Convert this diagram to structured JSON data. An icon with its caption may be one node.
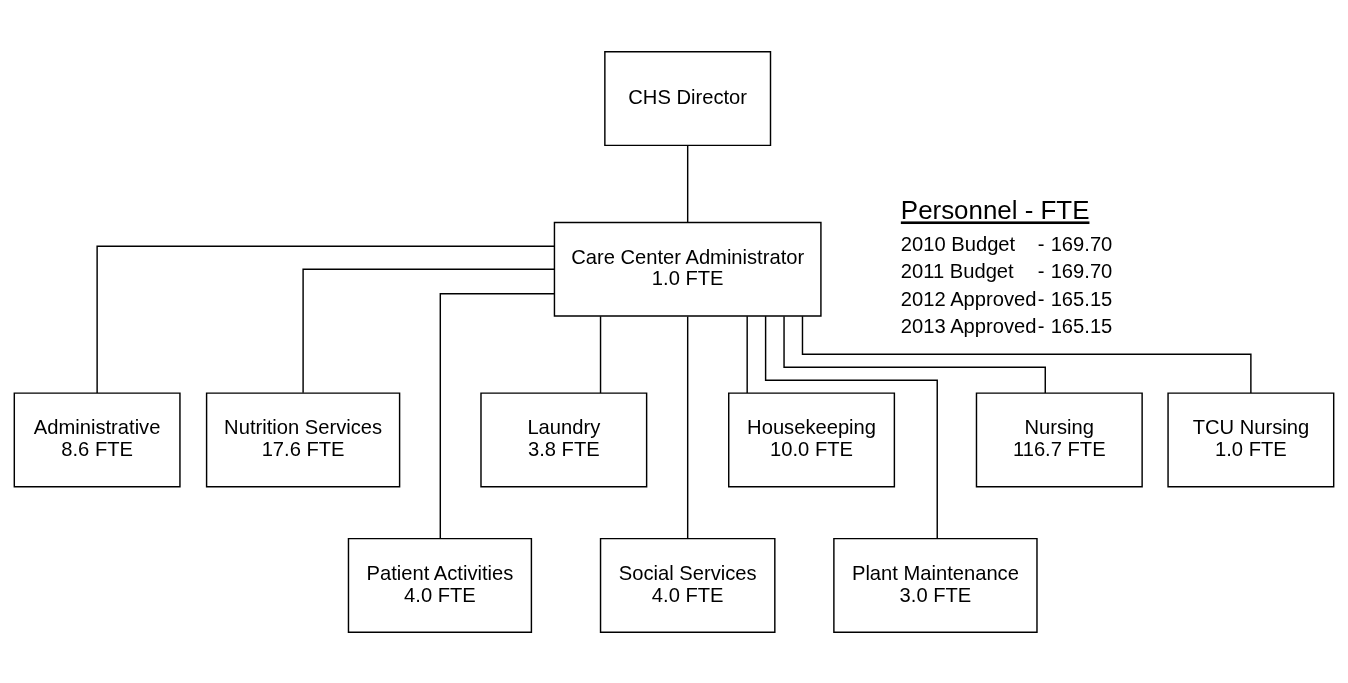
{
  "diagram": {
    "nodes": [
      {
        "text": [
          "CHS Director"
        ]
      },
      {
        "text": [
          "Care Center Administrator",
          "1.0 FTE"
        ]
      },
      {
        "text": [
          "Administrative",
          "8.6 FTE"
        ]
      },
      {
        "text": [
          "Nutrition Services",
          "17.6 FTE"
        ]
      },
      {
        "text": [
          "Laundry",
          "3.8 FTE"
        ]
      },
      {
        "text": [
          "Housekeeping",
          "10.0 FTE"
        ]
      },
      {
        "text": [
          "Nursing",
          "116.7 FTE"
        ]
      },
      {
        "text": [
          "TCU Nursing",
          "1.0 FTE"
        ]
      },
      {
        "text": [
          "Patient Activities",
          "4.0 FTE"
        ]
      },
      {
        "text": [
          "Social Services",
          "4.0 FTE"
        ]
      },
      {
        "text": [
          "Plant Maintenance",
          "3.0 FTE"
        ]
      }
    ],
    "edges": [
      {
        "from": 0,
        "to": 1,
        "arrow": "none"
      },
      {
        "from": 1,
        "to": 2,
        "arrow": "none"
      },
      {
        "from": 1,
        "to": 3,
        "arrow": "none"
      },
      {
        "from": 1,
        "to": 8,
        "arrow": "none"
      },
      {
        "from": 1,
        "to": 4,
        "arrow": "none"
      },
      {
        "from": 1,
        "to": 9,
        "arrow": "none"
      },
      {
        "from": 1,
        "to": 5,
        "arrow": "none"
      },
      {
        "from": 1,
        "to": 10,
        "arrow": "none"
      },
      {
        "from": 1,
        "to": 6,
        "arrow": "none"
      },
      {
        "from": 1,
        "to": 7,
        "arrow": "none"
      }
    ],
    "labels": [
      "Personnel - FTE",
      "2010 Budget",
      "-",
      "169.70",
      "2011 Budget",
      "-",
      "169.70",
      "2012 Approved",
      "-",
      "165.15",
      "2013 Approved",
      "-",
      "165.15"
    ]
  }
}
